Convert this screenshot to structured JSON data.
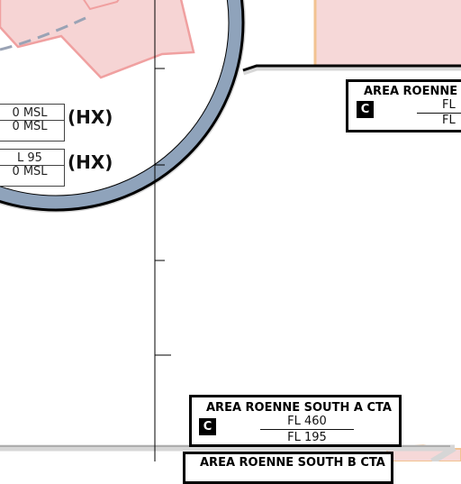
{
  "vertical_limits": [
    {
      "upper": "0 MSL",
      "lower": "0 MSL",
      "suffix": "(HX)"
    },
    {
      "upper": "L 95",
      "lower": "0 MSL",
      "suffix": "(HX)"
    }
  ],
  "ctas": [
    {
      "name": "AREA ROENNE",
      "class": "C",
      "upper": "FL",
      "lower": "FL"
    },
    {
      "name": "AREA ROENNE SOUTH A CTA",
      "class": "C",
      "upper": "FL 460",
      "lower": "FL 195"
    },
    {
      "name": "AREA ROENNE SOUTH B CTA",
      "class": "",
      "upper": "",
      "lower": ""
    }
  ],
  "colors": {
    "circle_ring": "#8fa3bb",
    "airspace_fill": "#f6d4d4",
    "airspace_edge": "#f0a0a0",
    "orange_edge": "#f2c391",
    "border": "#000000"
  }
}
